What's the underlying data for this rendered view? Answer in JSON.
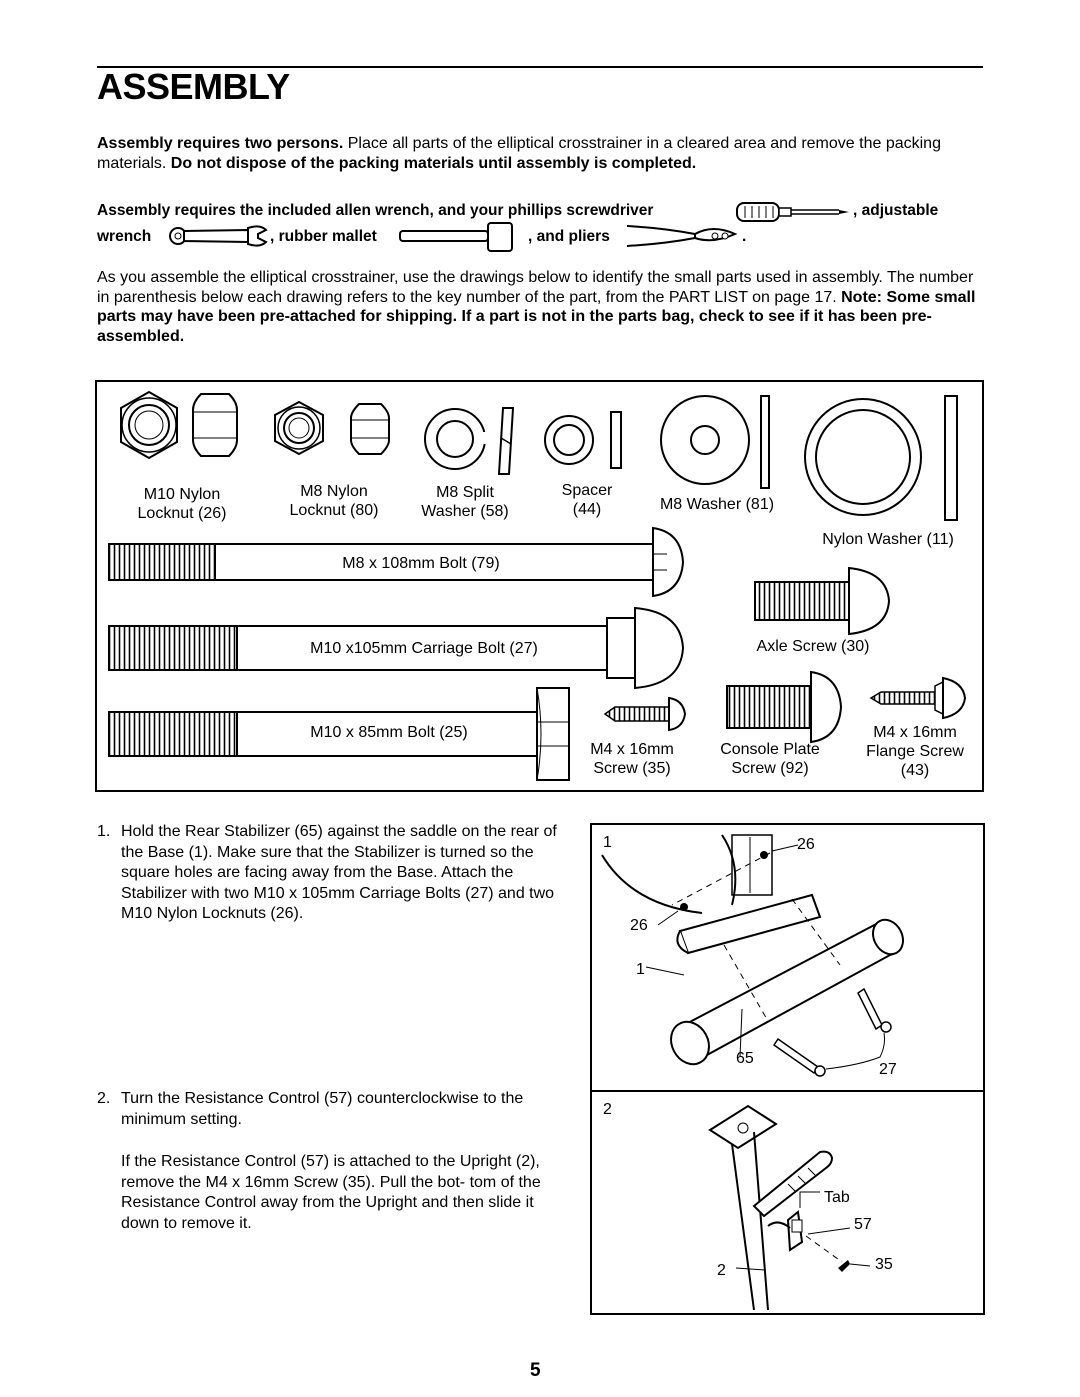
{
  "header": {
    "title": "ASSEMBLY"
  },
  "intro": {
    "bold1": "Assembly requires two persons.",
    "text1": " Place all parts of the elliptical crosstrainer in a cleared area and remove the packing materials. ",
    "bold2": "Do not dispose of the packing materials until assembly is completed."
  },
  "tools": {
    "lead": "Assembly requires the included allen wrench, and your phillips screwdriver",
    "adjustable": ", adjustable",
    "wrench": "wrench",
    "mallet": ", rubber mallet",
    "pliers": ", and pliers",
    "period": ".",
    "icons": [
      "screwdriver-icon",
      "adjustable-wrench-icon",
      "rubber-mallet-icon",
      "pliers-icon"
    ]
  },
  "instructions": {
    "text1": "As you assemble the elliptical crosstrainer, use the drawings below to identify the small parts used in assembly. The number in parenthesis below each drawing refers to the key number of the part, from the PART LIST on page 17. ",
    "bold": "Note: Some small parts may have been pre-attached for shipping. If a part is not in the parts bag, check to see if it has been pre-assembled."
  },
  "parts": {
    "m10_locknut": [
      "M10 Nylon",
      "Locknut (26)"
    ],
    "m8_locknut": [
      "M8 Nylon",
      "Locknut (80)"
    ],
    "m8_split": [
      "M8 Split",
      "Washer (58)"
    ],
    "spacer": [
      "Spacer",
      "(44)"
    ],
    "m8_washer": "M8 Washer (81)",
    "nylon_washer": "Nylon Washer (11)",
    "m8_bolt": "M8 x 108mm Bolt (79)",
    "axle_screw": "Axle Screw (30)",
    "carriage_bolt": "M10 x105mm Carriage Bolt (27)",
    "m10_bolt": "M10 x 85mm Bolt (25)",
    "m4_screw": [
      "M4 x 16mm",
      "Screw (35)"
    ],
    "console_screw": [
      "Console Plate",
      "Screw (92)"
    ],
    "flange_screw": [
      "M4 x 16mm",
      "Flange Screw",
      "(43)"
    ]
  },
  "steps": [
    {
      "num": "1.",
      "text": "Hold the Rear Stabilizer (65) against the saddle on the rear of the Base (1). Make sure that the Stabilizer is turned so the square holes are facing away from the Base. Attach the Stabilizer with two M10 x 105mm Carriage Bolts (27) and two M10 Nylon Locknuts (26)."
    },
    {
      "num": "2.",
      "text": "Turn the Resistance Control (57) counterclockwise to the minimum setting.",
      "text2": "If the Resistance Control (57) is attached to the Upright (2), remove the M4 x 16mm Screw (35). Pull the bot- tom of the Resistance Control away from the Upright and then slide it down to remove it."
    }
  ],
  "figure1": {
    "step": "1",
    "labels": [
      "26",
      "26",
      "1",
      "65",
      "27"
    ]
  },
  "figure2": {
    "step": "2",
    "labels": [
      "Tab",
      "57",
      "2",
      "35"
    ]
  },
  "footer": {
    "page": "5"
  }
}
